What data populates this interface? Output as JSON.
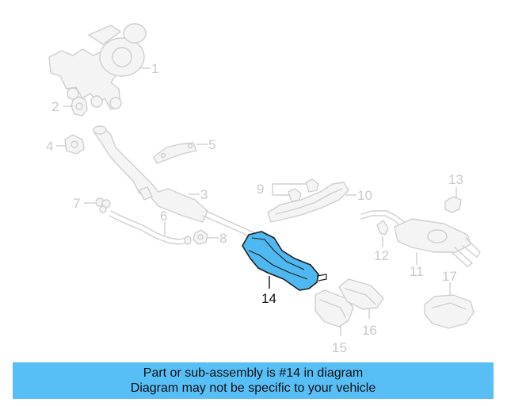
{
  "callouts": {
    "c1": "1",
    "c2": "2",
    "c3": "3",
    "c4": "4",
    "c5": "5",
    "c6": "6",
    "c7": "7",
    "c8": "8",
    "c9": "9",
    "c10": "10",
    "c11": "11",
    "c12": "12",
    "c13": "13",
    "c14": "14",
    "c15": "15",
    "c16": "16",
    "c17": "17"
  },
  "highlight": {
    "part": "14",
    "color": "#4fb8f0"
  },
  "banner": {
    "line1": "Part or sub-assembly is #14 in diagram",
    "line2": "Diagram may not be specific to your vehicle",
    "color": "#57bff6"
  }
}
